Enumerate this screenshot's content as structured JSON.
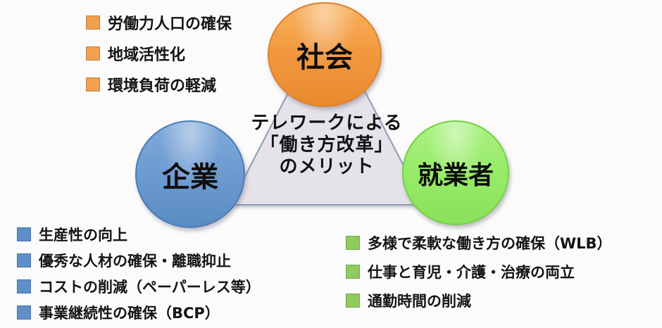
{
  "diagram": {
    "center": {
      "lines": [
        "テレワークによる",
        "「働き方改革」",
        "のメリット"
      ]
    },
    "triangle": {
      "fill": "#E5E2E9",
      "border": "#8E9EB3"
    },
    "circles": {
      "society": {
        "label": "社会",
        "color": "#F2983E"
      },
      "company": {
        "label": "企業",
        "color": "#6D9BD1"
      },
      "workers": {
        "label": "就業者",
        "color": "#98EB69"
      }
    },
    "lists": {
      "society": {
        "bullet_color": "#F0A04E",
        "items": [
          "労働力人口の確保",
          "地域活性化",
          "環境負荷の軽減"
        ]
      },
      "company": {
        "bullet_color": "#5E8FC7",
        "items": [
          "生産性の向上",
          "優秀な人材の確保・離職抑止",
          "コストの削減（ペーパーレス等）",
          "事業継続性の確保（BCP）"
        ]
      },
      "workers": {
        "bullet_color": "#8FCB5D",
        "items": [
          "多様で柔軟な働き方の確保（WLB）",
          "仕事と育児・介護・治療の両立",
          "通勤時間の削減"
        ]
      }
    }
  }
}
